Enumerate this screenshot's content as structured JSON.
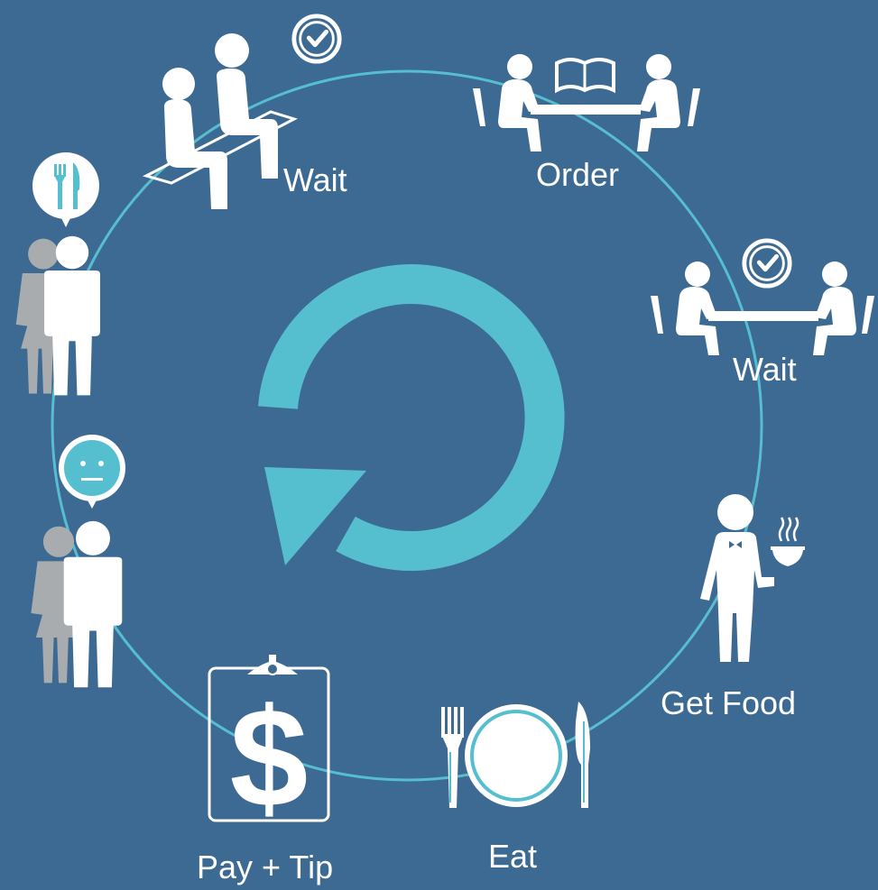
{
  "colors": {
    "background": "#3d6a93",
    "accent": "#56bfcf",
    "icon": "#ffffff",
    "shadow_figure": "#a9acae"
  },
  "cycle": {
    "center_icon": "refresh-cycle-arrow-icon",
    "steps": [
      {
        "id": "wait-bench",
        "label": "Wait",
        "icon": "people-on-bench-with-clock-icon"
      },
      {
        "id": "order",
        "label": "Order",
        "icon": "diners-at-table-with-menu-icon"
      },
      {
        "id": "wait-table",
        "label": "Wait",
        "icon": "diners-at-table-with-clock-icon"
      },
      {
        "id": "get-food",
        "label": "Get Food",
        "icon": "waiter-with-dish-icon"
      },
      {
        "id": "eat",
        "label": "Eat",
        "icon": "plate-fork-knife-icon"
      },
      {
        "id": "pay-tip",
        "label": "Pay + Tip",
        "icon": "clipboard-dollar-icon"
      },
      {
        "id": "leave-neutral",
        "label": "",
        "icon": "couple-with-neutral-face-icon"
      },
      {
        "id": "arrive-hungry",
        "label": "",
        "icon": "couple-with-fork-knife-bubble-icon"
      }
    ]
  }
}
